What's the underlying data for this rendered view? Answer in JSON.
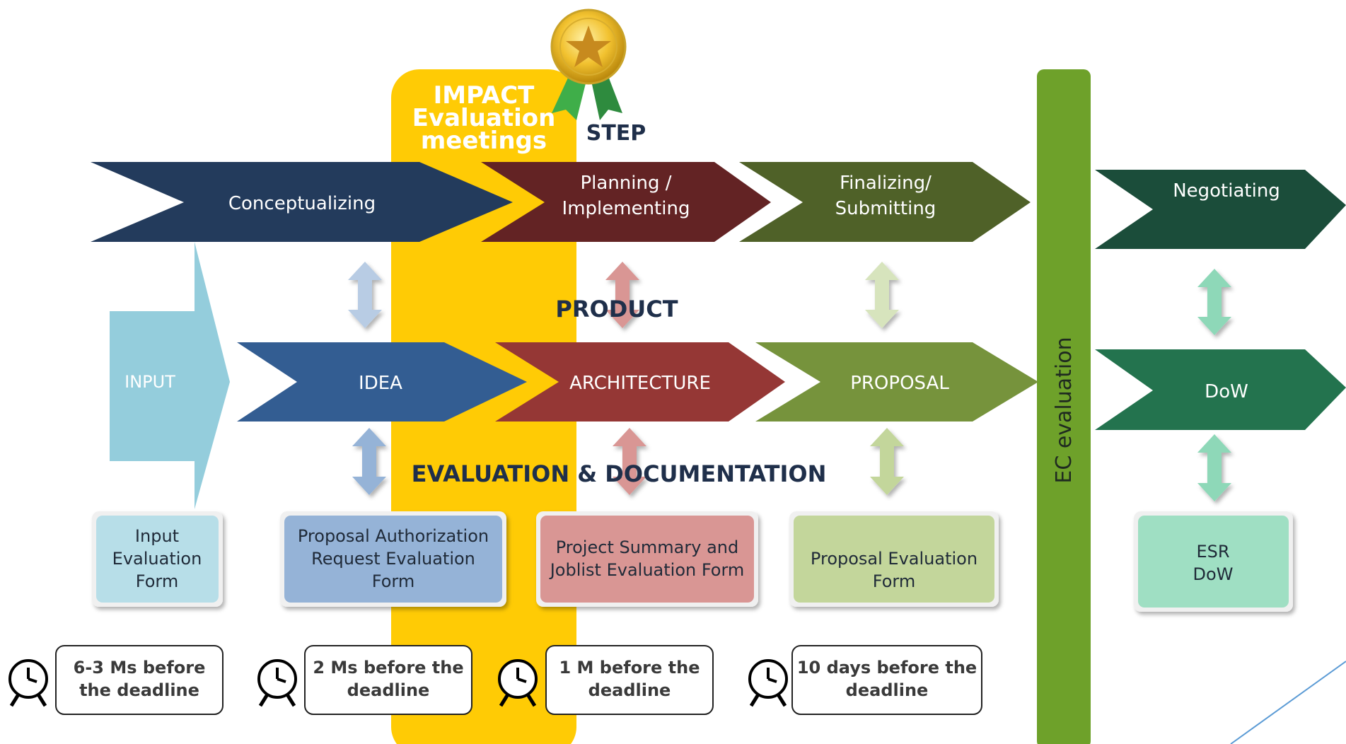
{
  "impact": {
    "line1": "IMPACT",
    "line2": "Evaluation",
    "line3": "meetings"
  },
  "headers": {
    "step": "STEP",
    "product": "PRODUCT",
    "evaluation": "EVALUATION & DOCUMENTATION"
  },
  "steps": {
    "conceptualizing": "Conceptualizing",
    "planning_1": "Planning /",
    "planning_2": "Implementing",
    "finalizing_1": "Finalizing/",
    "finalizing_2": "Submitting",
    "negotiating": "Negotiating"
  },
  "products": {
    "input": "INPUT",
    "idea": "IDEA",
    "architecture": "ARCHITECTURE",
    "proposal": "PROPOSAL",
    "dow": "DoW"
  },
  "ec_evaluation": "EC evaluation",
  "forms": {
    "input": [
      "Input",
      "Evaluation",
      "Form"
    ],
    "authorization": [
      "Proposal Authorization",
      "Request Evaluation",
      "Form"
    ],
    "summary": [
      "Project Summary and",
      "Joblist Evaluation Form"
    ],
    "proposal_eval": [
      "Proposal Evaluation",
      "Form"
    ],
    "esr": [
      "ESR",
      "DoW"
    ]
  },
  "deadlines": {
    "d1": [
      "6-3 Ms before",
      "the deadline"
    ],
    "d2": [
      "2 Ms before the",
      "deadline"
    ],
    "d3": [
      "1 M before the",
      "deadline"
    ],
    "d4": [
      "10 days before the",
      "deadline"
    ]
  },
  "icons": {
    "clock": "alarm-clock-icon",
    "award": "award-medal-icon"
  },
  "colors": {
    "impact_band": "#FFCB05",
    "ec_band": "#6EA12A",
    "navy": "#233B5C",
    "maroon": "#632324",
    "olive": "#4F6128",
    "dark_green": "#1B4D3A",
    "idea": "#335D92",
    "architecture": "#953735",
    "proposal": "#76933C",
    "dow": "#23734E",
    "input": "#94CDDC"
  }
}
